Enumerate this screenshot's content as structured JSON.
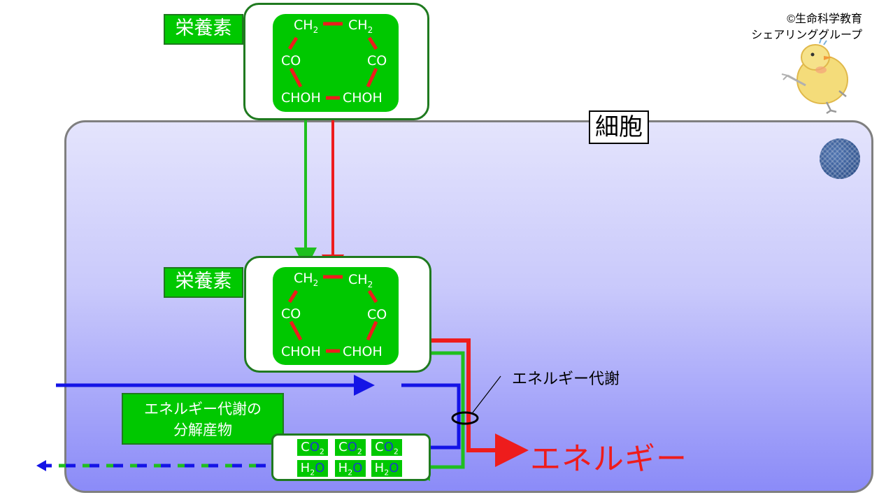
{
  "cell_label": "細胞",
  "credit": {
    "line1": "©生命科学教育",
    "line2": "シェアリンググループ"
  },
  "nutrient_label": "栄養素",
  "molecule": {
    "ch2": "CH",
    "ch2_sub": "2",
    "co": "CO",
    "choh": "CHOH"
  },
  "metabolism_label": "エネルギー代謝",
  "energy_label": "エネルギー",
  "products_label": {
    "line1": "エネルギー代謝の",
    "line2": "分解産物"
  },
  "products": {
    "co2": {
      "c": "C",
      "o": "O",
      "sub": "2"
    },
    "h2o": {
      "h": "H",
      "sub": "2",
      "o": "O"
    }
  },
  "colors": {
    "nutrient_green": "#00c800",
    "bond_red": "#ee1c1c",
    "arrow_blue": "#1414e6",
    "arrow_green": "#1fbf1f",
    "cell_gradient_top": "#e4e4fc",
    "cell_gradient_bottom": "#8b8bf8"
  },
  "icons": [
    "chick-mascot-icon",
    "nucleus-icon"
  ]
}
